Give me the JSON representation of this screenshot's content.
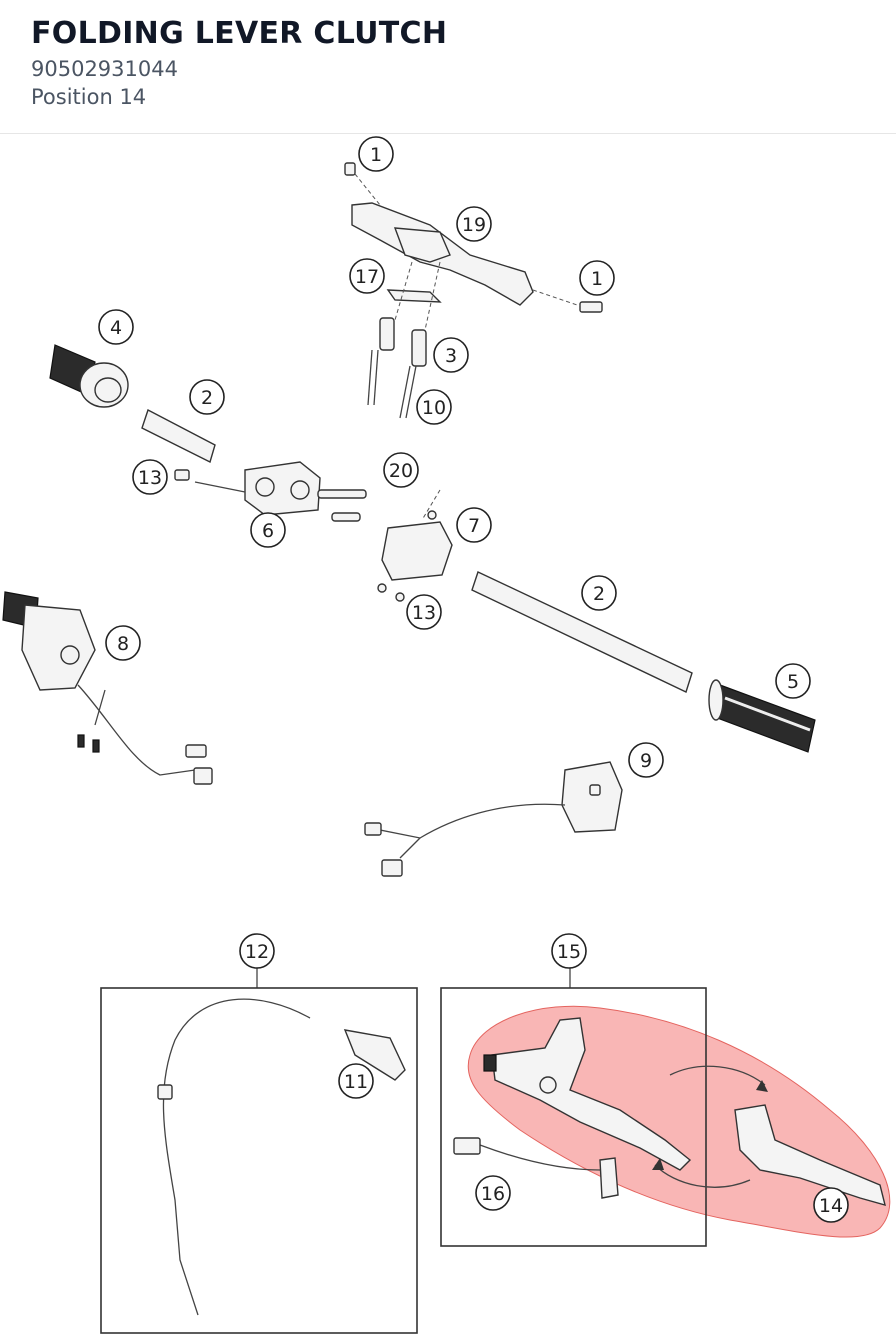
{
  "header": {
    "title": "FOLDING LEVER CLUTCH",
    "part_number": "90502931044",
    "position": "Position 14"
  },
  "highlight_color": "#f47a78",
  "callouts": [
    "1",
    "19",
    "17",
    "1",
    "3",
    "4",
    "2",
    "10",
    "13",
    "20",
    "7",
    "6",
    "2",
    "13",
    "8",
    "5",
    "9",
    "12",
    "15",
    "11",
    "16",
    "14"
  ]
}
